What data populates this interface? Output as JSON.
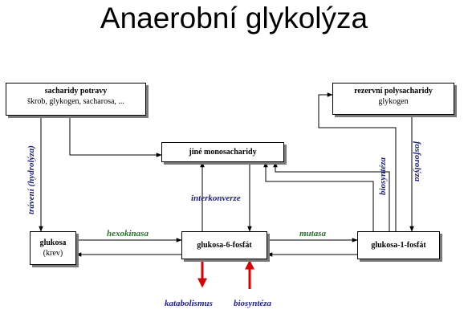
{
  "title": "Anaerobní glykolýza",
  "nodes": {
    "saccharides": {
      "title": "sacharidy potravy",
      "sub": "škrob, glykogen, sacharosa, ..."
    },
    "reserve": {
      "title": "rezervní polysacharidy",
      "sub": "glykogen"
    },
    "monosaccharides": {
      "title": "jiné monosacharidy"
    },
    "glucose": {
      "title": "glukosa",
      "sub": "(krev)"
    },
    "g6p": {
      "title": "glukosa-6-fosfát"
    },
    "g1p": {
      "title": "glukosa-1-fosfát"
    }
  },
  "labels": {
    "digestion": "trávení (hydrolýza)",
    "biosynthesis_vertical": "biosyntéza",
    "phosphorolysis": "fosforolýza",
    "interconversion": "interkonverze",
    "hexokinase": "hexokinasa",
    "mutase": "mutasa",
    "catabolism": "katabolismus",
    "biosynthesis": "biosyntéza"
  },
  "colors": {
    "enzyme_label": "#1a7a1a",
    "process_label": "#1c1c9c",
    "red_arrow": "#dd0000"
  }
}
